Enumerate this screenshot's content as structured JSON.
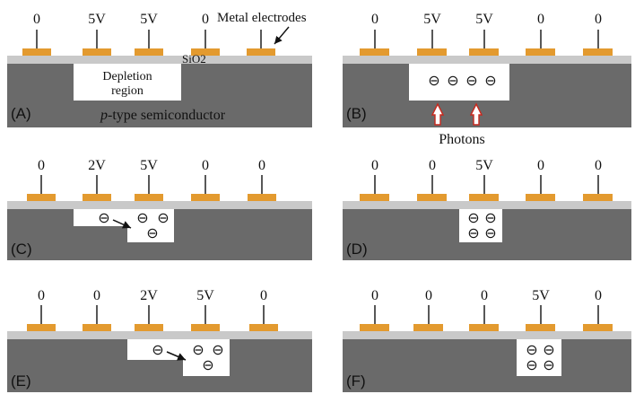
{
  "colors": {
    "electrode": "#E39A2F",
    "oxide": "#C9C9C9",
    "semiconductor": "#6A6A6A",
    "depletion": "#FFFFFF",
    "arrow_fill": "#FFFFFF",
    "arrow_stroke": "#C8291E"
  },
  "annotations": {
    "metal_electrodes": "Metal electrodes",
    "sio2": "SiO2",
    "depletion_region_line1": "Depletion",
    "depletion_region_line2": "region",
    "semiconductor_italic": "p",
    "semiconductor_rest": "-type semiconductor",
    "photons": "Photons"
  },
  "electron_symbol": "⊖",
  "panels": [
    {
      "label": "(A)",
      "voltages": [
        "0",
        "5V",
        "5V",
        "0",
        ""
      ],
      "electrons": 0
    },
    {
      "label": "(B)",
      "voltages": [
        "0",
        "5V",
        "5V",
        "0",
        "0"
      ],
      "electrons": 4
    },
    {
      "label": "(C)",
      "voltages": [
        "0",
        "2V",
        "5V",
        "0",
        "0"
      ],
      "electrons": 4
    },
    {
      "label": "(D)",
      "voltages": [
        "0",
        "0",
        "5V",
        "0",
        "0"
      ],
      "electrons": 4
    },
    {
      "label": "(E)",
      "voltages": [
        "0",
        "0",
        "2V",
        "5V",
        "0"
      ],
      "electrons": 4
    },
    {
      "label": "(F)",
      "voltages": [
        "0",
        "0",
        "0",
        "5V",
        "0"
      ],
      "electrons": 4
    }
  ]
}
